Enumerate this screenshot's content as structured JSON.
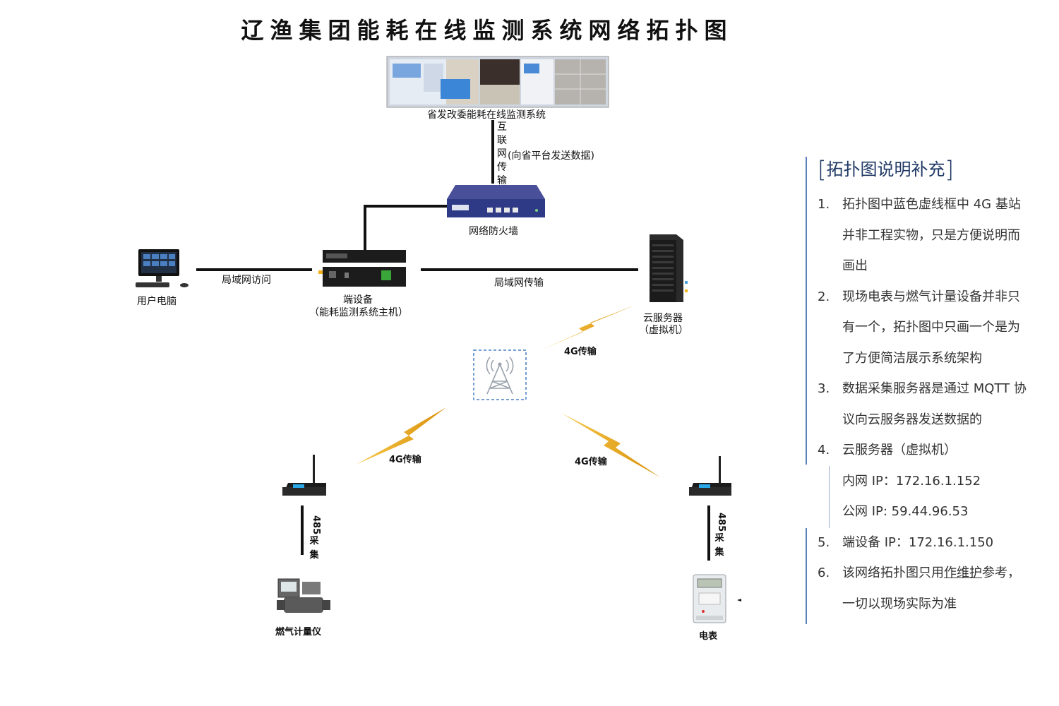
{
  "title": "辽渔集团能耗在线监测系统网络拓扑图",
  "nodes": {
    "province_system": "省发改委能耗在线监测系统",
    "firewall": "网络防火墙",
    "user_pc": "用户电脑",
    "edge_device_line1": "端设备",
    "edge_device_line2": "（能耗监测系统主机）",
    "cloud_server_line1": "云服务器",
    "cloud_server_line2": "（虚拟机）",
    "gas_meter": "燃气计量仪",
    "electric_meter": "电表"
  },
  "links": {
    "internet_vertical": [
      "互",
      "联",
      "网",
      "传",
      "输"
    ],
    "internet_note": "(向省平台发送数据)",
    "lan_access": "局域网访问",
    "lan_transfer": "局域网传输",
    "g4_top": "4G传输",
    "g4_left": "4G传输",
    "g4_right": "4G传输",
    "rs485_left": [
      "485",
      "采",
      "集"
    ],
    "rs485_right": [
      "485",
      "采",
      "集"
    ]
  },
  "notes": {
    "heading": "拓扑图说明补充",
    "items": [
      {
        "num": "1.",
        "lines": [
          "拓扑图中蓝色虚线框中 4G 基站",
          "并非工程实物，只是方便说明而",
          "画出"
        ]
      },
      {
        "num": "2.",
        "lines": [
          "现场电表与燃气计量设备并非只",
          "有一个，拓扑图中只画一个是为",
          "了方便简洁展示系统架构"
        ]
      },
      {
        "num": "3.",
        "lines": [
          "数据采集服务器是通过 MQTT 协",
          "议向云服务器发送数据的"
        ]
      },
      {
        "num": "4.",
        "lines": [
          "云服务器（虚拟机）"
        ]
      },
      {
        "sub": [
          "内网 IP：172.16.1.152",
          "公网 IP: 59.44.96.53"
        ]
      },
      {
        "num": "5.",
        "lines": [
          "端设备 IP：172.16.1.150"
        ]
      },
      {
        "num": "6.",
        "lines_pre": "该网络拓扑图只用",
        "underline": "作维护",
        "lines_post": "参考，",
        "line2": "一切以现场实际为准"
      }
    ]
  },
  "colors": {
    "notes_text": "#333333",
    "notes_heading": "#1f3864",
    "notes_rule": "#5b7fb8",
    "tower_box": "#4a7fc1",
    "lightning": "#f2b21a",
    "firewall": "#2e3a86"
  },
  "icons": [
    "monitor-icon",
    "firewall-icon",
    "server-rack-icon",
    "edge-host-icon",
    "tower-icon",
    "lightning-icon",
    "dtu-antenna-icon",
    "gas-meter-icon",
    "electric-meter-icon"
  ]
}
